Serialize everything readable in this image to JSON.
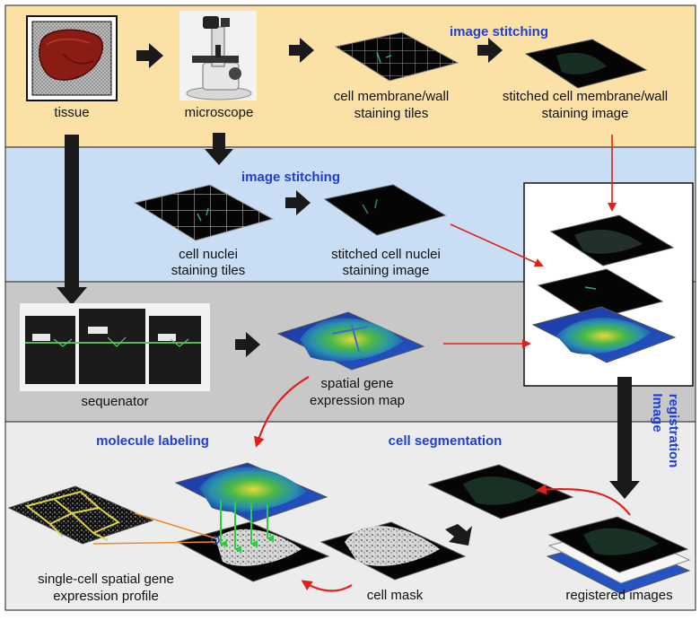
{
  "labels": {
    "tissue": "tissue",
    "microscope": "microscope",
    "membrane_tiles_1": "cell membrane/wall",
    "membrane_tiles_2": "staining tiles",
    "stitched_membrane_1": "stitched cell membrane/wall",
    "stitched_membrane_2": "staining image",
    "stitching_top": "image stitching",
    "stitching_mid": "image stitching",
    "nuclei_tiles_1": "cell nuclei",
    "nuclei_tiles_2": "staining tiles",
    "stitched_nuclei_1": "stitched cell nuclei",
    "stitched_nuclei_2": "staining image",
    "sequenator": "sequenator",
    "spatial_map_1": "spatial gene",
    "spatial_map_2": "expression map",
    "image_registration_1": "Image",
    "image_registration_2": "registration",
    "molecule_labeling": "molecule labeling",
    "cell_segmentation": "cell segmentation",
    "single_cell_1": "single-cell spatial gene",
    "single_cell_2": "expression profile",
    "cell_mask": "cell mask",
    "registered_images": "registered images"
  },
  "colors": {
    "band_top": "#fbe1a6",
    "band_mid": "#c9ddf4",
    "band_gray": "#c8c8c8",
    "band_bottom": "#ececec",
    "accent_blue": "#1e3fd0",
    "arrow_red": "#e0201b",
    "arrow_dark": "#1a1a1a",
    "line_orange": "#f08a24"
  }
}
